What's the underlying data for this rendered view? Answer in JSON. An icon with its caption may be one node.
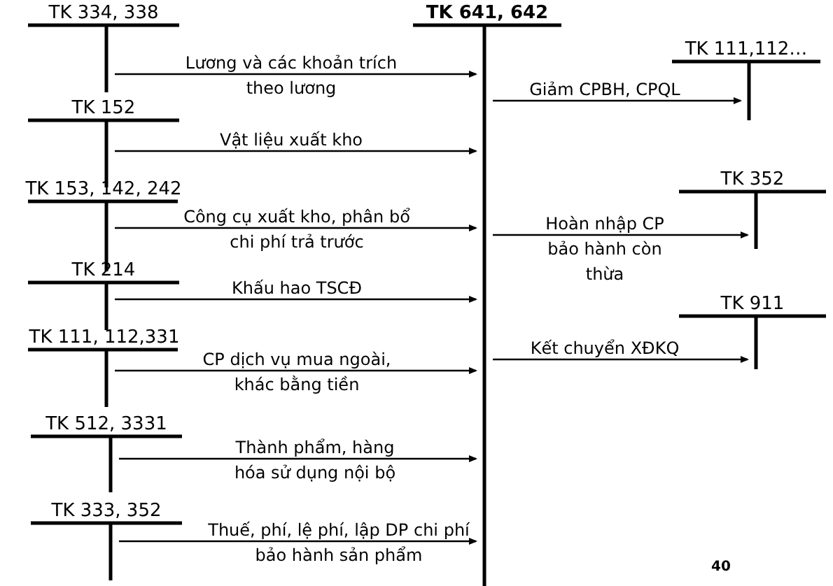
{
  "diagram": {
    "nodes": [
      {
        "text": [
          "TK 334, 338"
        ]
      },
      {
        "text": [
          "TK 152"
        ]
      },
      {
        "text": [
          "TK 153, 142, 242"
        ]
      },
      {
        "text": [
          "TK 214"
        ]
      },
      {
        "text": [
          "TK 111, 112,331"
        ]
      },
      {
        "text": [
          "TK 512, 3331"
        ]
      },
      {
        "text": [
          "TK 333, 352"
        ]
      },
      {
        "text": [
          "TK 641, 642"
        ]
      },
      {
        "text": [
          "TK 111,112…"
        ]
      },
      {
        "text": [
          "TK 352"
        ]
      },
      {
        "text": [
          "TK 911"
        ]
      }
    ],
    "edges": [
      {
        "from": 0,
        "to": 7,
        "arrow": "to",
        "label": "Lương và các khoản trích theo lương"
      },
      {
        "from": 1,
        "to": 7,
        "arrow": "to",
        "label": "Vật liệu xuất kho"
      },
      {
        "from": 2,
        "to": 7,
        "arrow": "to",
        "label": "Công cụ xuất kho, phân bổ chi phí trả trước"
      },
      {
        "from": 3,
        "to": 7,
        "arrow": "to",
        "label": "Khấu hao TSCĐ"
      },
      {
        "from": 4,
        "to": 7,
        "arrow": "to",
        "label": "CP dịch vụ mua ngoài, khác bằng tiền"
      },
      {
        "from": 5,
        "to": 7,
        "arrow": "to",
        "label": "Thành phẩm, hàng hóa sử dụng nội bộ"
      },
      {
        "from": 6,
        "to": 7,
        "arrow": "to",
        "label": "Thuế, phí, lệ phí, lập DP chi phí bảo hành sản phẩm"
      },
      {
        "from": 7,
        "to": 8,
        "arrow": "to",
        "label": "Giảm CPBH, CPQL"
      },
      {
        "from": 7,
        "to": 9,
        "arrow": "to",
        "label": "Hoàn nhập CP bảo hành còn thừa"
      },
      {
        "from": 7,
        "to": 10,
        "arrow": "to",
        "label": "Kết chuyển XĐKQ"
      }
    ],
    "labels": [
      "40"
    ]
  }
}
